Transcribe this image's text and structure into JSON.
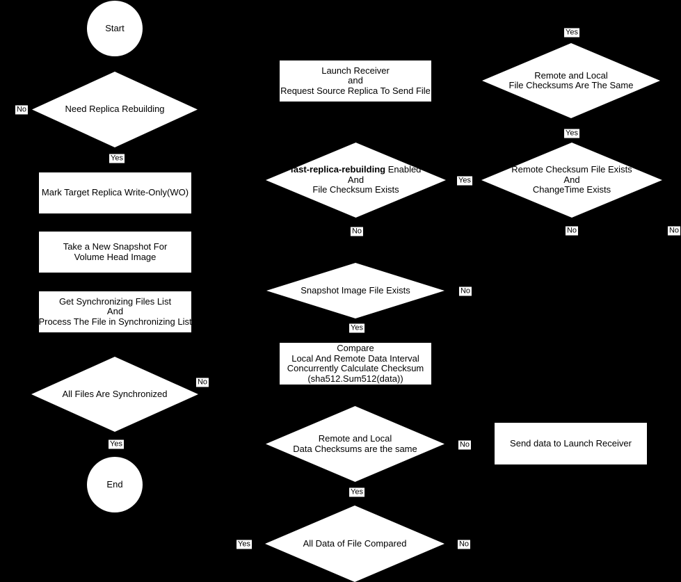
{
  "flowchart": {
    "colors": {
      "background": "#000000",
      "shape_fill": "#ffffff",
      "text": "#000000"
    },
    "edge_labels": {
      "yes": "Yes",
      "no": "No"
    },
    "nodes": {
      "start": {
        "label": "Start"
      },
      "end": {
        "label": "End"
      },
      "need_replica_rebuilding": {
        "label": "Need Replica Rebuilding"
      },
      "mark_target_replica": {
        "label": "Mark Target Replica Write-Only(WO)"
      },
      "take_new_snapshot": {
        "lines": [
          "Take a New Snapshot For",
          "Volume Head Image"
        ]
      },
      "get_sync_files": {
        "lines": [
          "Get Synchronizing Files List",
          "And",
          "Process The File in Synchronizing List"
        ]
      },
      "all_files_synchronized": {
        "label": "All Files Are Synchronized"
      },
      "launch_receiver": {
        "lines": [
          "Launch Receiver",
          "and",
          "Request Source Replica To Send File"
        ]
      },
      "fast_replica_rebuilding": {
        "line1_bold": "fast-replica-rebuilding",
        "line1_rest": " Enabled",
        "line2": "And",
        "line3": "File Checksum Exists"
      },
      "snapshot_image_exists": {
        "label": "Snapshot Image File Exists"
      },
      "compare_checksum": {
        "lines": [
          "Compare",
          "Local And Remote Data Interval",
          "Concurrently Calculate Checksum",
          "(sha512.Sum512(data))"
        ]
      },
      "remote_local_data_checksums": {
        "lines": [
          "Remote and Local",
          "Data Checksums are the same"
        ]
      },
      "all_data_compared": {
        "label": "All Data of File Compared"
      },
      "remote_local_file_checksums": {
        "lines": [
          "Remote and Local",
          "File Checksums Are The Same"
        ]
      },
      "remote_checksum_changetime": {
        "lines": [
          "Remote Checksum File Exists",
          "And",
          "ChangeTime Exists"
        ]
      },
      "send_data": {
        "label": "Send data to Launch Receiver"
      }
    }
  }
}
